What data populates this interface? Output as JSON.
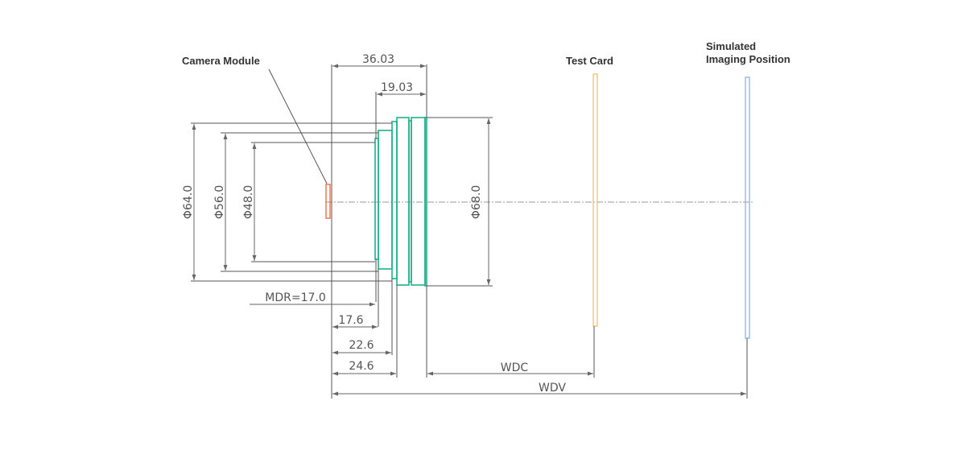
{
  "labels": {
    "camera_module": "Camera Module",
    "test_card": "Test Card",
    "simulated_line1": "Simulated",
    "simulated_line2": "Imaging Position"
  },
  "dimensions": {
    "len_36_03": "36.03",
    "len_19_03": "19.03",
    "dia_64": "Φ64.0",
    "dia_56": "Φ56.0",
    "dia_48": "Φ48.0",
    "dia_68": "Φ68.0",
    "mdr": "MDR=17.0",
    "d_17_6": "17.6",
    "d_22_6": "22.6",
    "d_24_6": "24.6",
    "wdc": "WDC",
    "wdv": "WDV"
  },
  "colors": {
    "lens": "#1fb08c",
    "camera_module": "#e8643c",
    "test_card": "#f2c46a",
    "imaging_position": "#8ab4e6"
  }
}
